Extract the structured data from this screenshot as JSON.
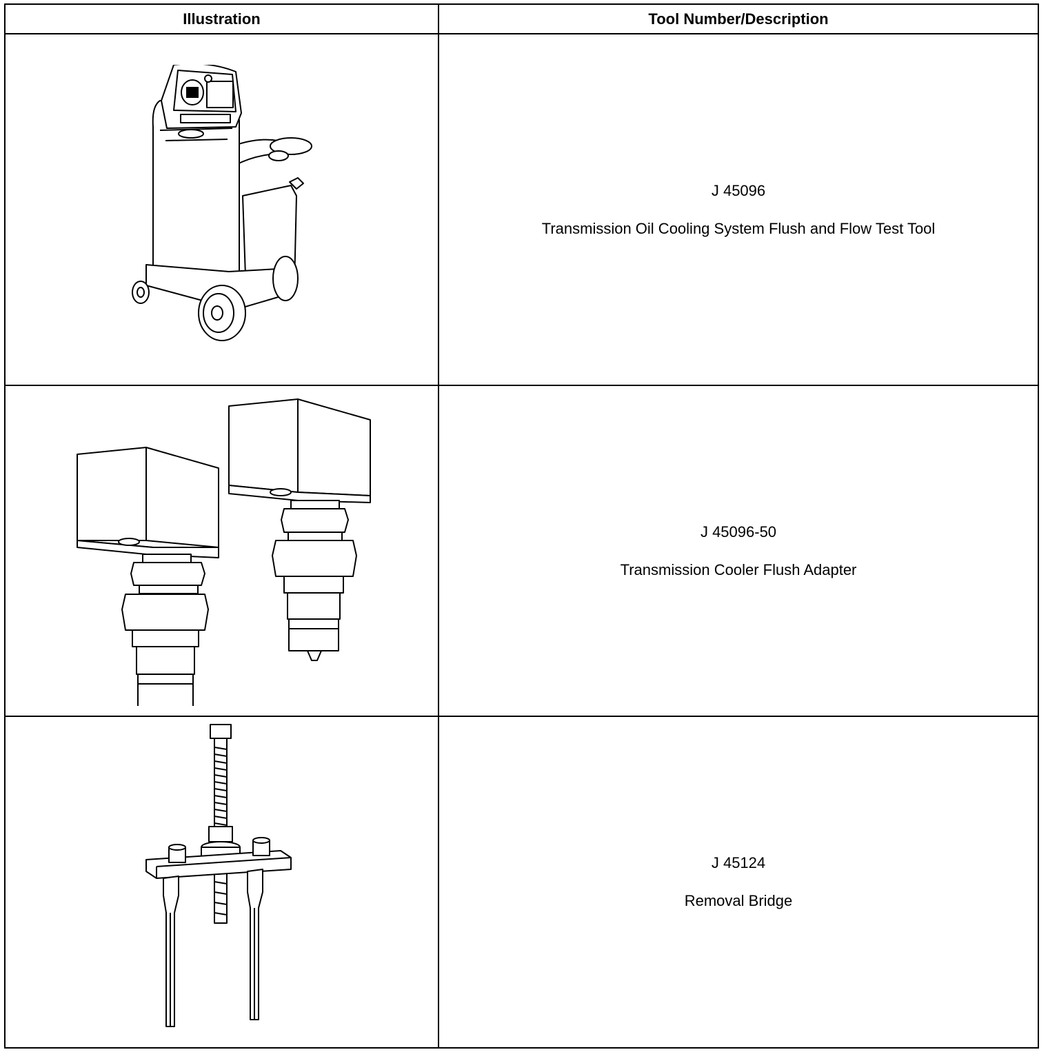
{
  "table": {
    "header": {
      "illustration": "Illustration",
      "tool": "Tool Number/Description"
    },
    "rows": [
      {
        "number": "J 45096",
        "description": "Transmission Oil Cooling System Flush and Flow Test Tool",
        "illustration_icon": "flush-machine-icon"
      },
      {
        "number": "J 45096-50",
        "description": "Transmission Cooler Flush Adapter",
        "illustration_icon": "cooler-adapter-icon"
      },
      {
        "number": "J 45124",
        "description": "Removal Bridge",
        "illustration_icon": "removal-bridge-icon"
      }
    ]
  }
}
